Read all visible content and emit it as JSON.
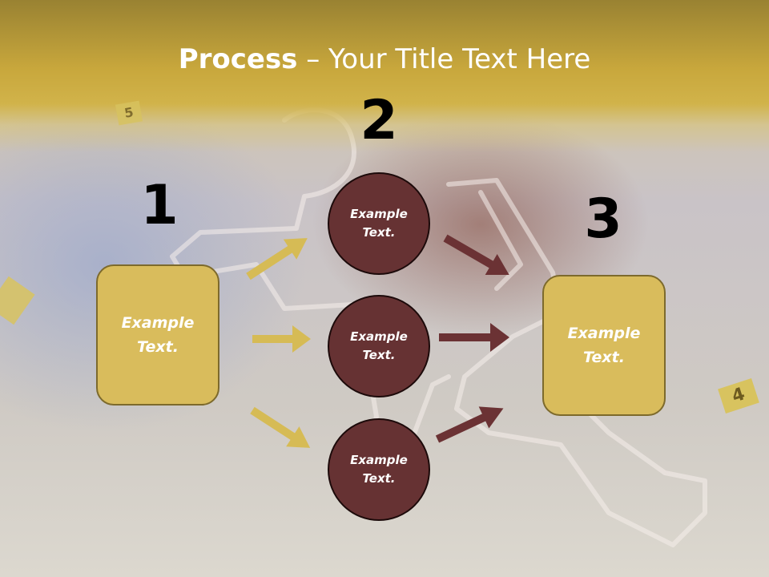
{
  "title": {
    "bold": "Process",
    "rest": " – Your Title Text Here"
  },
  "steps": [
    {
      "number": "1",
      "text": "Example Text."
    },
    {
      "number": "2",
      "text": "Example Text."
    },
    {
      "number": "3",
      "text": "Example Text."
    }
  ],
  "circles": [
    {
      "text": "Example Text."
    },
    {
      "text": "Example Text."
    },
    {
      "text": "Example Text."
    }
  ],
  "evidence_markers": [
    "4",
    "5"
  ],
  "colors": {
    "box_fill": "#d9bc5c",
    "circle_fill": "#663233",
    "left_arrow": "#d6bb55",
    "right_arrow": "#6b3234",
    "header": "#c8a73c"
  }
}
